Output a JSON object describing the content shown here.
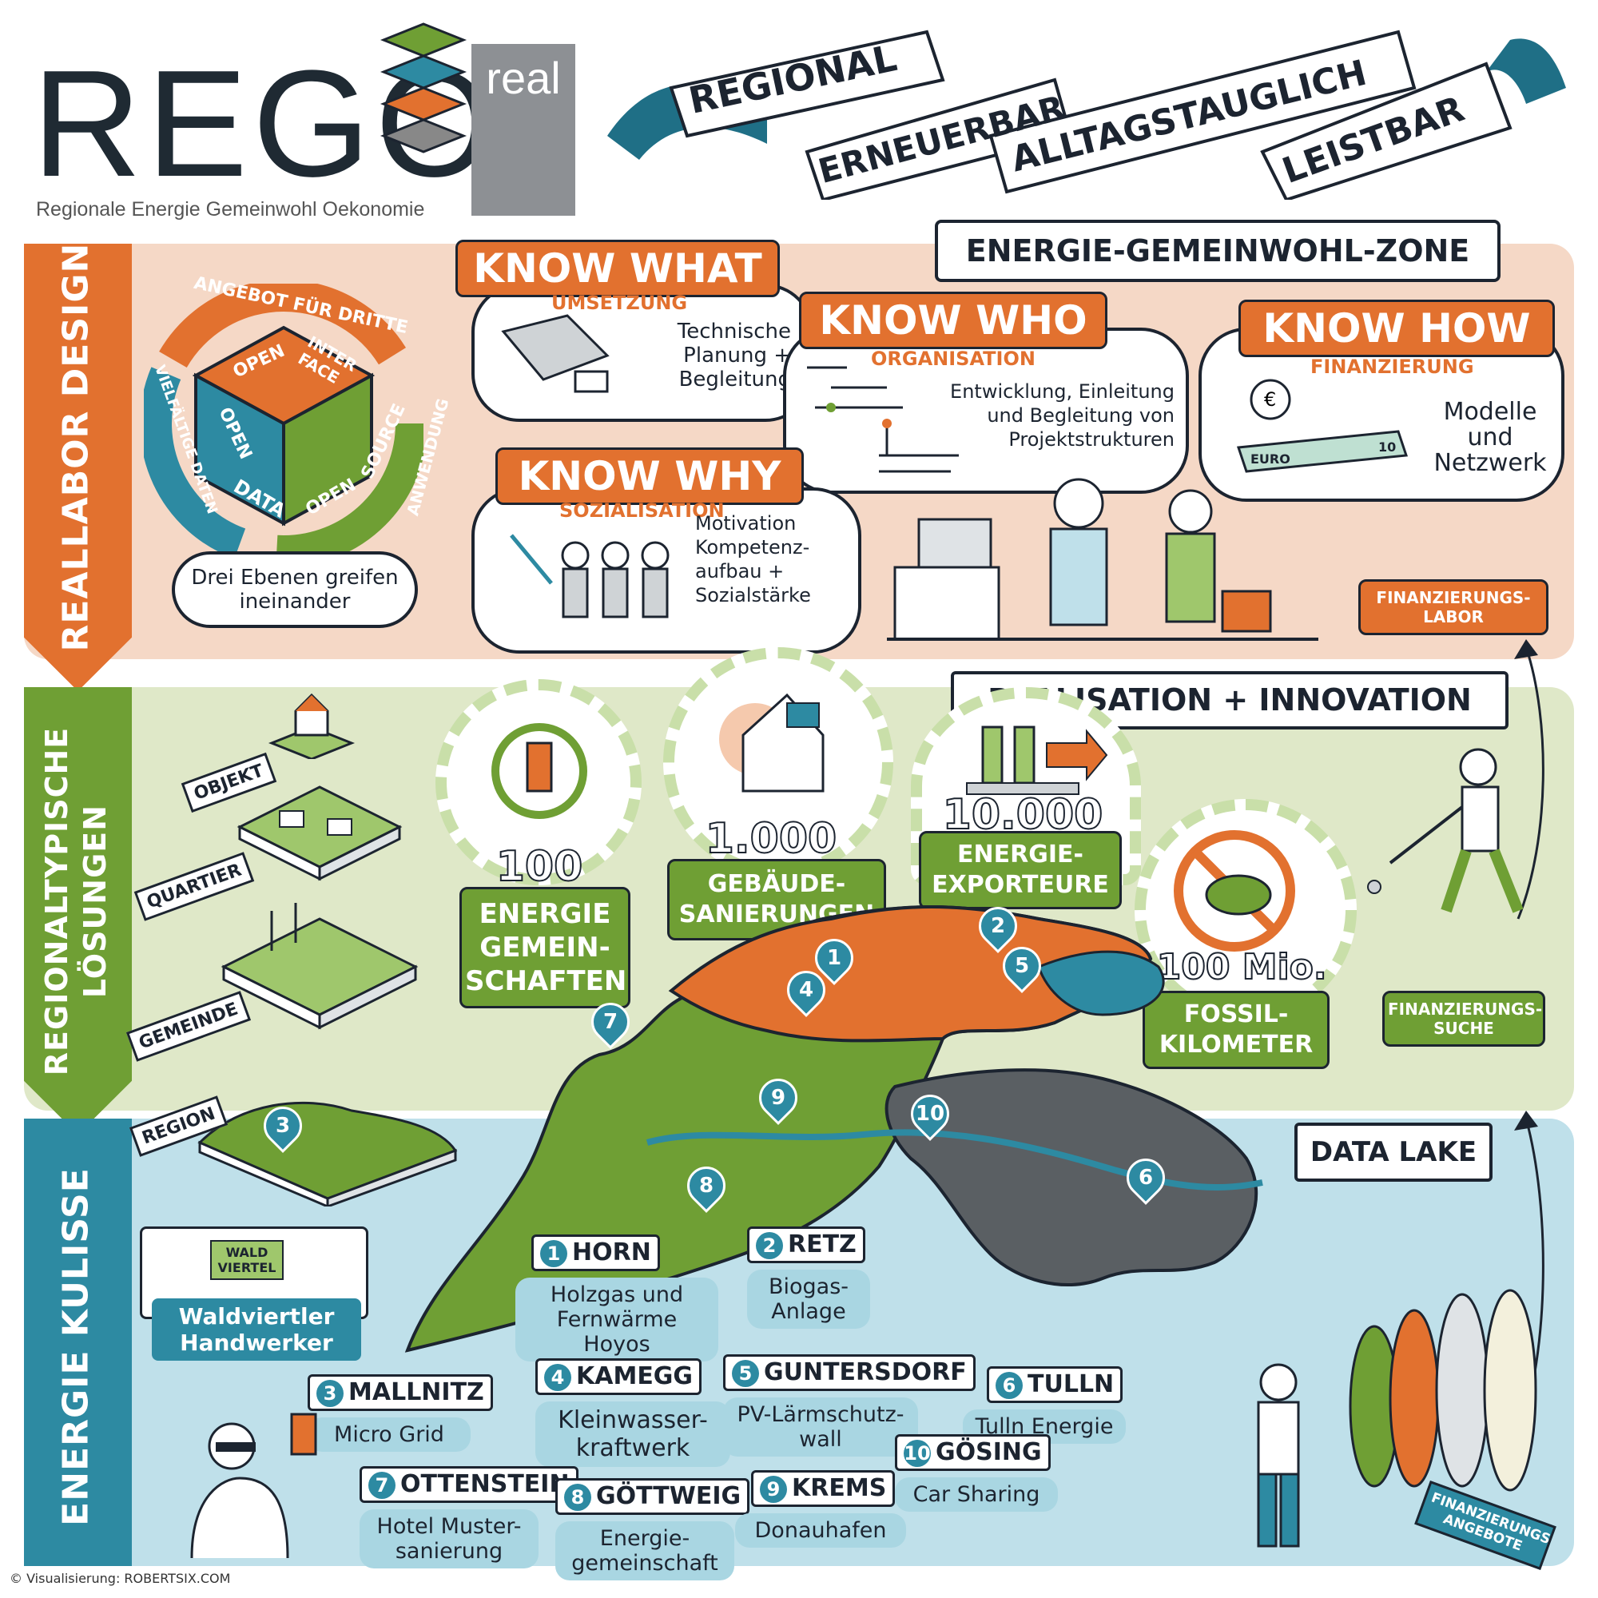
{
  "logo": {
    "word": "REGO",
    "badge": "real",
    "tagline": "Regionale Energie Gemeinwohl Oekonomie"
  },
  "banner": {
    "words": [
      "REGIONAL",
      "ERNEUERBAR",
      "ALLTAGSTAUGLICH",
      "LEISTBAR"
    ]
  },
  "bands": {
    "top": "REALLABOR DESIGN",
    "middle_line1": "REGIONALTYPISCHE",
    "middle_line2": "LÖSUNGEN",
    "bottom": "ENERGIE KULISSE"
  },
  "zone_sign": "ENERGIE-GEMEINWOHL-ZONE",
  "cube": {
    "ring_top": "ANGEBOT FÜR DRITTE",
    "ring_left": "VIELFÄLTIGE DATEN",
    "ring_right": "ANWENDUNG",
    "face_open1": "OPEN",
    "face_interface": "INTER FACE",
    "face_open2": "OPEN",
    "face_data": "DATA",
    "face_open3": "OPEN",
    "face_source": "SOURCE",
    "caption": "Drei Ebenen greifen ineinander"
  },
  "know_what": {
    "title": "KNOW WHAT",
    "sub": "UMSETZUNG",
    "text": "Technische Planung + Begleitung"
  },
  "know_who": {
    "title": "KNOW WHO",
    "sub": "ORGANISATION",
    "text": "Entwicklung, Einleitung und Begleitung von Projektstrukturen"
  },
  "know_how": {
    "title": "KNOW HOW",
    "sub": "FINANZIERUNG",
    "text": "Modelle und Netzwerk",
    "note": "EURO",
    "note_value": "10"
  },
  "know_why": {
    "title": "KNOW WHY",
    "sub": "SOZIALISATION",
    "text": "Motivation Kompetenz-aufbau + Sozialstärke"
  },
  "lab_sign": "FINANZIERUNGS-LABOR",
  "realisation_sign": "REALISATION + INNOVATION",
  "levels": [
    "OBJEKT",
    "QUARTIER",
    "GEMEINDE",
    "REGION"
  ],
  "gears": [
    {
      "number": "100",
      "label": "ENERGIE GEMEIN-SCHAFTEN"
    },
    {
      "number": "1.000",
      "label": "GEBÄUDE-SANIERUNGEN"
    },
    {
      "number": "10.000",
      "label": "ENERGIE-EXPORTEURE"
    },
    {
      "number": "-100 Mio.",
      "label": "FOSSIL-KILOMETER"
    }
  ],
  "search_sign": "FINANZIERUNGS-SUCHE",
  "data_lake_sign": "DATA LAKE",
  "offers_sign": "FINANZIERUNGS ANGEBOTE",
  "waldviertel": {
    "sign": "WALD VIERTEL",
    "label": "Waldviertler Handwerker"
  },
  "map_pins": [
    "1",
    "2",
    "3",
    "4",
    "5",
    "6",
    "7",
    "8",
    "9",
    "10"
  ],
  "projects": [
    {
      "num": "1",
      "name": "HORN",
      "desc": "Holzgas und Fernwärme Hoyos"
    },
    {
      "num": "2",
      "name": "RETZ",
      "desc": "Biogas-Anlage"
    },
    {
      "num": "3",
      "name": "MALLNITZ",
      "desc": "Micro Grid"
    },
    {
      "num": "4",
      "name": "KAMEGG",
      "desc": "Kleinwasser-kraftwerk"
    },
    {
      "num": "5",
      "name": "GUNTERSDORF",
      "desc": "PV-Lärmschutz-wall"
    },
    {
      "num": "6",
      "name": "TULLN",
      "desc": "Tulln Energie"
    },
    {
      "num": "7",
      "name": "OTTENSTEIN",
      "desc": "Hotel Muster-sanierung"
    },
    {
      "num": "8",
      "name": "GÖTTWEIG",
      "desc": "Energie-gemeinschaft"
    },
    {
      "num": "9",
      "name": "KREMS",
      "desc": "Donauhafen"
    },
    {
      "num": "10",
      "name": "GÖSING",
      "desc": "Car Sharing"
    }
  ],
  "credit": "© Visualisierung: ROBERTSIX.COM",
  "colors": {
    "orange": "#e2712f",
    "green": "#6f9f34",
    "teal": "#2d8aa2",
    "peach": "#f5d8c6",
    "lightgreen": "#dfe8c8",
    "lightblue": "#bfe0ea",
    "dark": "#1c2430"
  }
}
